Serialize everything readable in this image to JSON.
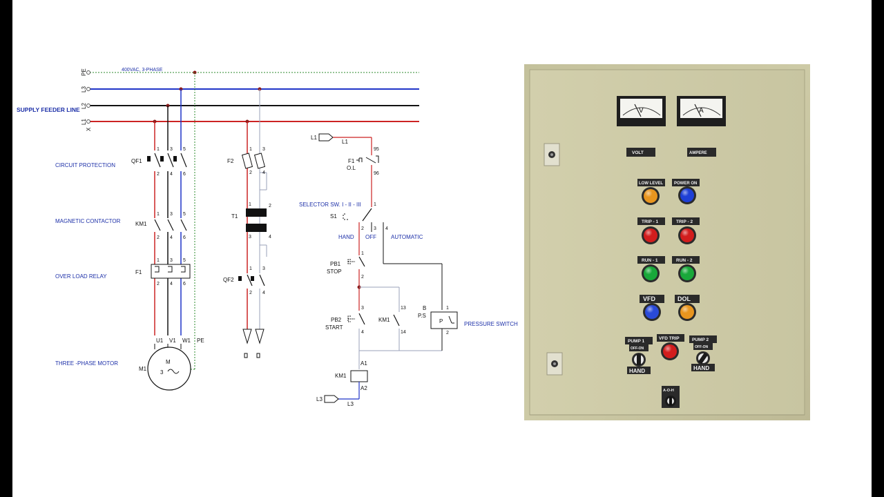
{
  "schematic": {
    "supply_feeder_line": "SUPPLY FEEDER LINE",
    "supply_note": "400VAC, 3-PHASE",
    "lines": [
      "PE",
      "L3",
      "L2",
      "L1"
    ],
    "line_suffix": "X",
    "sections": {
      "circuit_protection": "CIRCUIT PROTECTION",
      "magnetic_contactor": "MAGNETIC CONTACTOR",
      "overload_relay": "OVER LOAD RELAY",
      "three_phase_motor": "THREE -PHASE MOTOR"
    },
    "components": {
      "qf1": "QF1",
      "km1": "KM1",
      "f1": "F1",
      "m1": "M1",
      "f2": "F2",
      "t1": "T1",
      "qf2": "QF2",
      "motor_symbol": "M",
      "motor_phase": "3",
      "motor_terminals": [
        "U1",
        "V1",
        "W1",
        "PE"
      ]
    },
    "control": {
      "l1_tag": "L1",
      "l1_wire": "L1",
      "l3_tag": "L3",
      "l3_wire": "L3",
      "f1": "F1",
      "ol": "O.L",
      "t95": "95",
      "t96": "96",
      "selector": "SELECTOR SW. I - II - III",
      "s1": "S1",
      "hand": "HAND",
      "off": "OFF",
      "automatic": "AUTOMATIC",
      "pb1": "PB1",
      "stop": "STOP",
      "pb2": "PB2",
      "start": "START",
      "km1": "KM1",
      "km1_coil": "KM1",
      "t13": "13",
      "t14": "14",
      "b": "B",
      "ps": "P.S",
      "p": "P",
      "pressure_switch": "PRESSURE SWITCH",
      "a1": "A1",
      "a2": "A2"
    }
  },
  "panel": {
    "volt_label": "VOLT",
    "ampere_label": "AMPERE",
    "volt_dial": "V",
    "amp_dial": "A",
    "lamps": [
      {
        "label": "LOW LEVEL",
        "color": "#e8951f"
      },
      {
        "label": "POWER ON",
        "color": "#1e3fd6"
      },
      {
        "label": "TRIP - 1",
        "color": "#d21d1d"
      },
      {
        "label": "TRIP - 2",
        "color": "#d21d1d"
      },
      {
        "label": "RUN - 1",
        "color": "#19a83a"
      },
      {
        "label": "RUN - 2",
        "color": "#19a83a"
      },
      {
        "label": "VFD",
        "color": "#2a4ad8"
      },
      {
        "label": "DOL",
        "color": "#e8951f"
      },
      {
        "label": "VFD TRIP",
        "color": "#d21d1d"
      }
    ],
    "pump1": {
      "title": "PUMP 1",
      "top": "OFF-ON",
      "bottom": "HAND"
    },
    "pump2": {
      "title": "PUMP 2",
      "top": "OFF-ON",
      "bottom": "HAND"
    },
    "aoh": "A-O-H"
  }
}
